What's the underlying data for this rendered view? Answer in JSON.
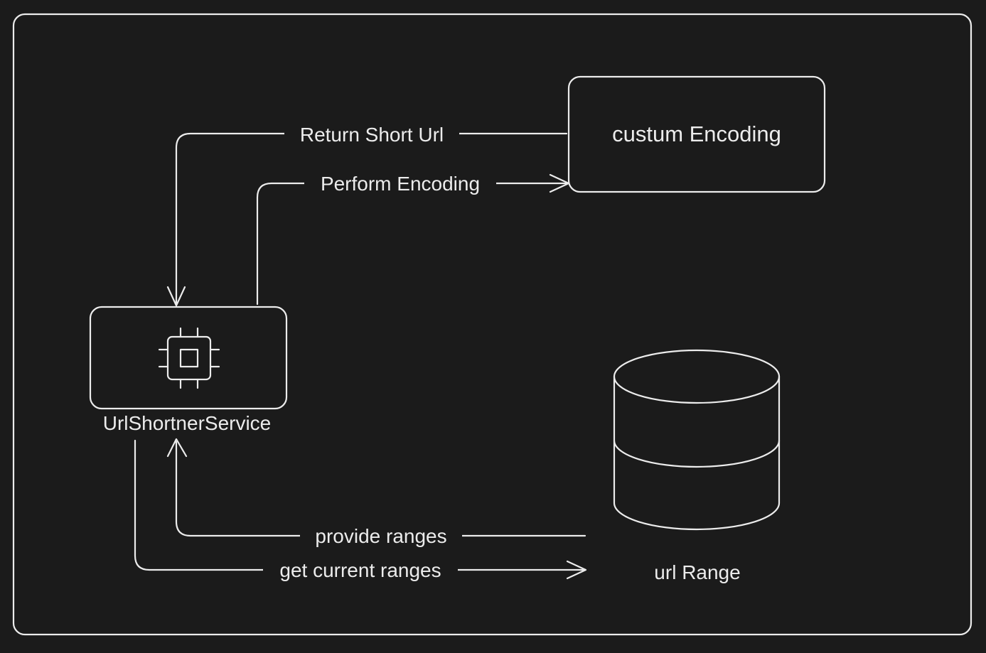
{
  "colors": {
    "background": "#1b1b1b",
    "stroke": "#ececec"
  },
  "nodes": {
    "service": {
      "label": "UrlShortnerService",
      "icon": "cpu-chip-icon"
    },
    "encoding": {
      "label": "custum Encoding"
    },
    "database": {
      "label": "url Range",
      "icon": "database-cylinder-icon"
    }
  },
  "edges": {
    "return_short_url": {
      "label": "Return Short Url"
    },
    "perform_encoding": {
      "label": "Perform Encoding"
    },
    "provide_ranges": {
      "label": "provide ranges"
    },
    "get_current_ranges": {
      "label": "get current ranges"
    }
  }
}
